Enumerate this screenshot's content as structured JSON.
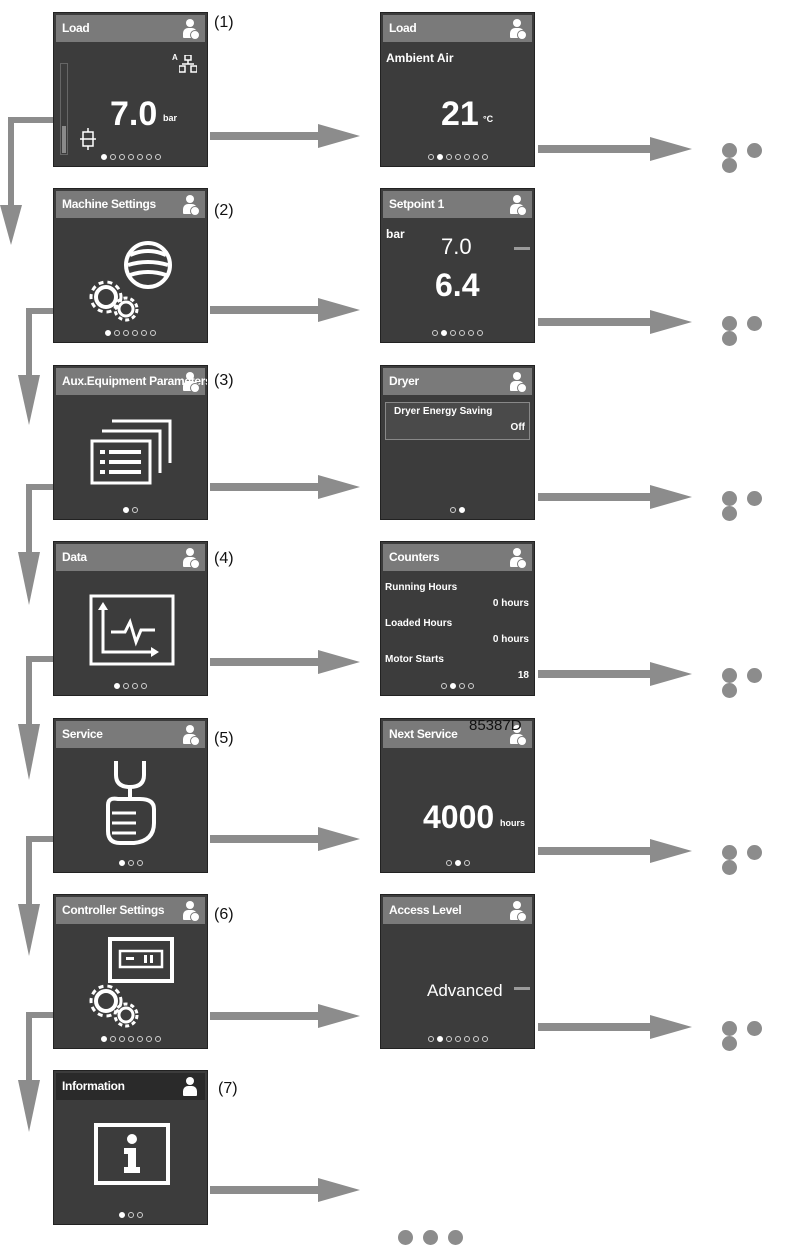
{
  "main_menu": [
    {
      "title": "Load",
      "callout": "(1)",
      "value": "7.0",
      "unit": "bar",
      "icon": "network-icon",
      "icon_letter": "A",
      "pages": 7,
      "active_page": 0
    },
    {
      "title": "Machine Settings",
      "callout": "(2)",
      "icon": "machine-settings-icon",
      "pages": 6,
      "active_page": 0
    },
    {
      "title": "Aux.Equipment Parameters",
      "callout": "(3)",
      "icon": "parameters-list-icon",
      "pages": 2,
      "active_page": 0
    },
    {
      "title": "Data",
      "callout": "(4)",
      "icon": "data-chart-icon",
      "pages": 4,
      "active_page": 0
    },
    {
      "title": "Service",
      "callout": "(5)",
      "icon": "service-wrench-icon",
      "pages": 3,
      "active_page": 0
    },
    {
      "title": "Controller Settings",
      "callout": "(6)",
      "icon": "controller-settings-icon",
      "pages": 7,
      "active_page": 0
    },
    {
      "title": "Information",
      "callout": "(7)",
      "icon": "information-icon",
      "pages": 3,
      "active_page": 0
    }
  ],
  "sub_screens": {
    "ambient": {
      "title": "Load",
      "label": "Ambient Air",
      "value": "21",
      "unit": "°C",
      "pages": 7,
      "active_page": 1
    },
    "setpoint": {
      "title": "Setpoint 1",
      "unit_label": "bar",
      "value_top": "7.0",
      "value_main": "6.4",
      "pages": 6,
      "active_page": 1
    },
    "dryer": {
      "title": "Dryer",
      "item_label": "Dryer Energy Saving",
      "item_value": "Off",
      "pages": 2,
      "active_page": 1
    },
    "counters": {
      "title": "Counters",
      "rows": [
        {
          "label": "Running Hours",
          "value": "0 hours"
        },
        {
          "label": "Loaded Hours",
          "value": "0 hours"
        },
        {
          "label": "Motor Starts",
          "value": "18"
        }
      ],
      "pages": 4,
      "active_page": 1
    },
    "next_service": {
      "title": "Next Service",
      "value": "4000",
      "unit": "hours",
      "pages": 3,
      "active_page": 1
    },
    "access_level": {
      "title": "Access Level",
      "value": "Advanced",
      "pages": 7,
      "active_page": 1
    }
  },
  "continuation_marker": "• • •",
  "reference": "85387D",
  "colors": {
    "screen_bg": "#3c3c3c",
    "header_bg": "#7a7a7a",
    "arrow": "#8c8c8c"
  }
}
